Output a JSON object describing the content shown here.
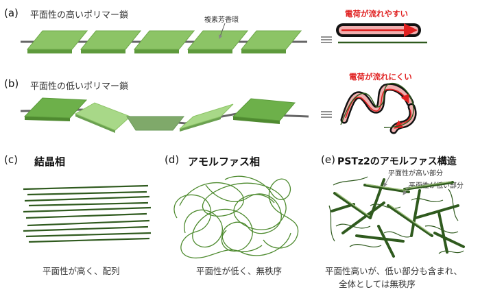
{
  "panels": {
    "a": {
      "tag": "(a)",
      "title": "平面性の高いポリマー鎖",
      "annotation": "複素芳香環",
      "charge_text": "電荷が流れやすい"
    },
    "b": {
      "tag": "(b)",
      "title": "平面性の低いポリマー鎖",
      "charge_text": "電荷が流れにくい"
    },
    "c": {
      "tag": "(c)",
      "heading": "結晶相",
      "caption": "平面性が高く、配列"
    },
    "d": {
      "tag": "(d)",
      "heading": "アモルファス相",
      "caption": "平面性が低く、無秩序"
    },
    "e": {
      "tag": "(e)",
      "heading": "PSTz2のアモルファス構造",
      "label_high": "平面性が高い部分",
      "label_low": "平面性が低い部分",
      "caption_line1": "平面性高いが、低い部分も含まれ、",
      "caption_line2": "全体としては無秩序"
    }
  },
  "colors": {
    "plate_top": "#8cc466",
    "plate_side": "#5e9a3c",
    "backbone": "#666666",
    "strand": "#2f5a1e",
    "charge": "#e02020",
    "glow": "#f0b0b0"
  }
}
